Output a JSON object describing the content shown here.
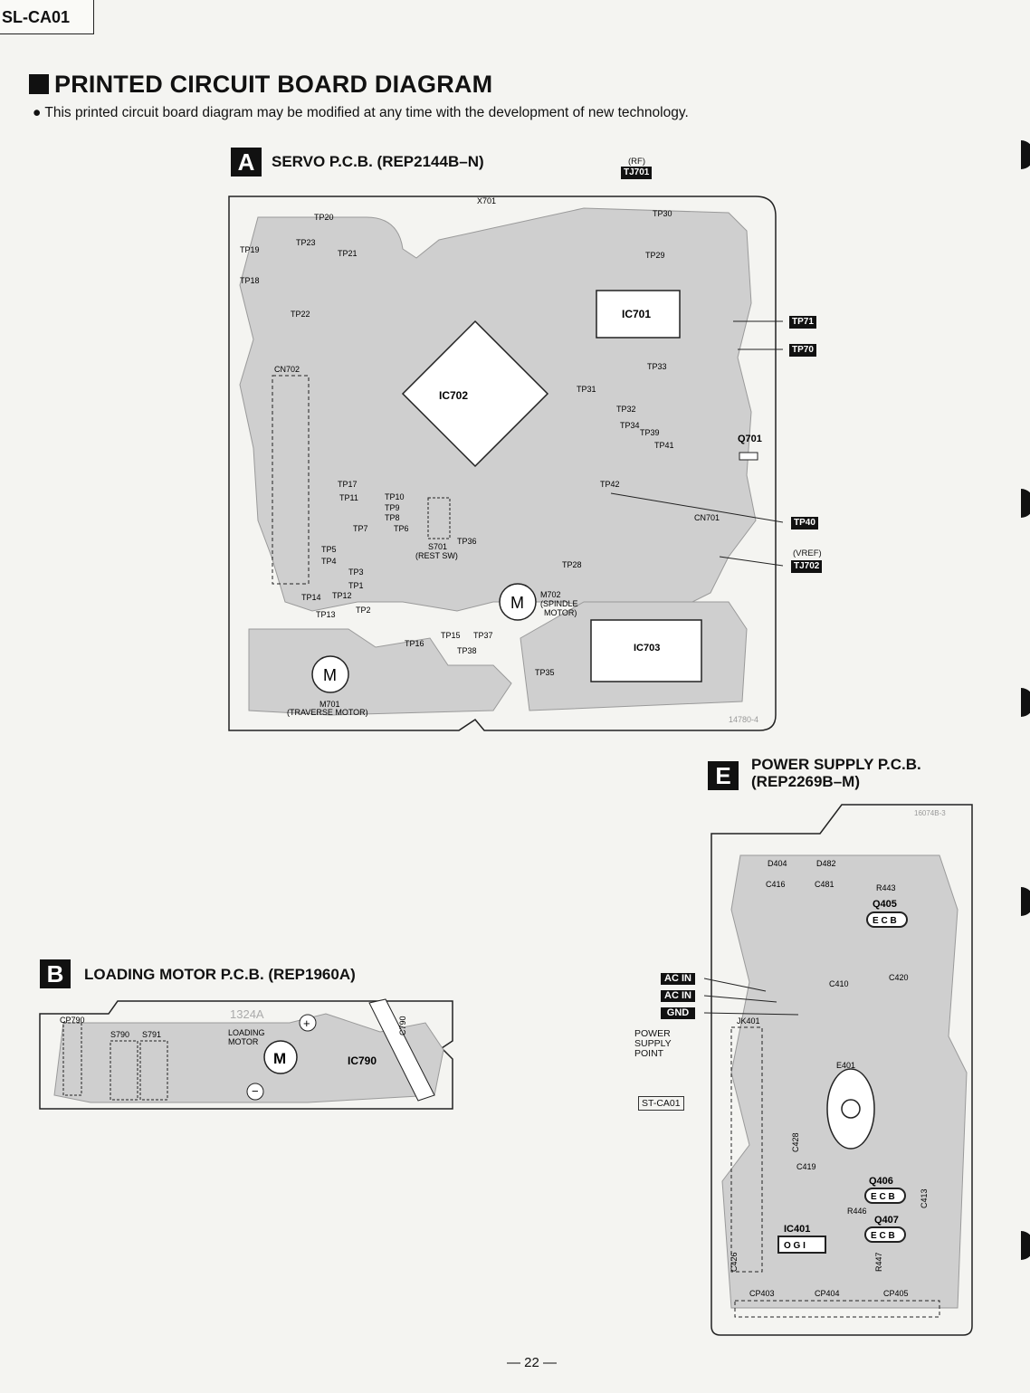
{
  "model": "SL-CA01",
  "title": "PRINTED CIRCUIT BOARD DIAGRAM",
  "subtitle": "This printed circuit board diagram may be modified at any time with the development of new technology.",
  "page_number": "— 22 —",
  "sections": {
    "a": {
      "letter": "A",
      "title": "SERVO P.C.B. (REP2144B–N)",
      "tags": {
        "rf": "(RF)",
        "tj701": "TJ701",
        "tp71": "TP71",
        "tp70": "TP70",
        "tp40": "TP40",
        "vref": "(VREF)",
        "tj702": "TJ702"
      },
      "ics": {
        "ic701": "IC701",
        "ic702": "IC702",
        "ic703": "IC703",
        "q701": "Q701",
        "cn701": "CN701",
        "cn702": "CN702",
        "x701": "X701"
      },
      "motors": {
        "m702": "M702",
        "m702_desc1": "(SPINDLE",
        "m702_desc2": "MOTOR)",
        "m701": "M701",
        "m701_desc": "(TRAVERSE MOTOR)",
        "m": "M"
      },
      "switch": {
        "s701": "S701",
        "desc": "(REST SW)"
      },
      "labels": {
        "tp20": "TP20",
        "tp23": "TP23",
        "tp19": "TP19",
        "tp18": "TP18",
        "tp21": "TP21",
        "tp22": "TP22",
        "tp30": "TP30",
        "tp29": "TP29",
        "tp33": "TP33",
        "tp31": "TP31",
        "tp32": "TP32",
        "tp34": "TP34",
        "tp39": "TP39",
        "tp41": "TP41",
        "tp42": "TP42",
        "tp17": "TP17",
        "tp11": "TP11",
        "tp10": "TP10",
        "tp9": "TP9",
        "tp8": "TP8",
        "tp7": "TP7",
        "tp6": "TP6",
        "tp5": "TP5",
        "tp4": "TP4",
        "tp3": "TP3",
        "tp1": "TP1",
        "tp14": "TP14",
        "tp12": "TP12",
        "tp13": "TP13",
        "tp2": "TP2",
        "tp36": "TP36",
        "tp28": "TP28",
        "tp16": "TP16",
        "tp15": "TP15",
        "tp37": "TP37",
        "tp38": "TP38",
        "tp35": "TP35",
        "code": "14780-4"
      }
    },
    "b": {
      "letter": "B",
      "title": "LOADING MOTOR P.C.B. (REP1960A)",
      "labels": {
        "cp790": "CP790",
        "s790": "S790",
        "s791": "S791",
        "loading1": "LOADING",
        "loading2": "MOTOR",
        "ic790": "IC790",
        "c790": "C790",
        "m": "M",
        "code": "1324A"
      }
    },
    "e": {
      "letter": "E",
      "title1": "POWER SUPPLY P.C.B.",
      "title2": "(REP2269B–M)",
      "tags": {
        "ac_in_1": "AC IN",
        "ac_in_2": "AC IN",
        "gnd": "GND"
      },
      "point": {
        "l1": "POWER",
        "l2": "SUPPLY",
        "l3": "POINT"
      },
      "stca01": "ST-CA01",
      "labels": {
        "d404": "D404",
        "d482": "D482",
        "c416": "C416",
        "c481": "C481",
        "r443": "R443",
        "q405": "Q405",
        "ecb": "E C B",
        "jk401": "JK401",
        "e401": "E401",
        "c410": "C410",
        "c420": "C420",
        "c419": "C419",
        "c428": "C428",
        "q406": "Q406",
        "q407": "Q407",
        "r446": "R446",
        "c413": "C413",
        "ic401": "IC401",
        "ogi": "O G I",
        "c426": "C426",
        "r447": "R447",
        "cp403": "CP403",
        "cp404": "CP404",
        "cp405": "CP405",
        "code": "16074B-3"
      }
    }
  }
}
